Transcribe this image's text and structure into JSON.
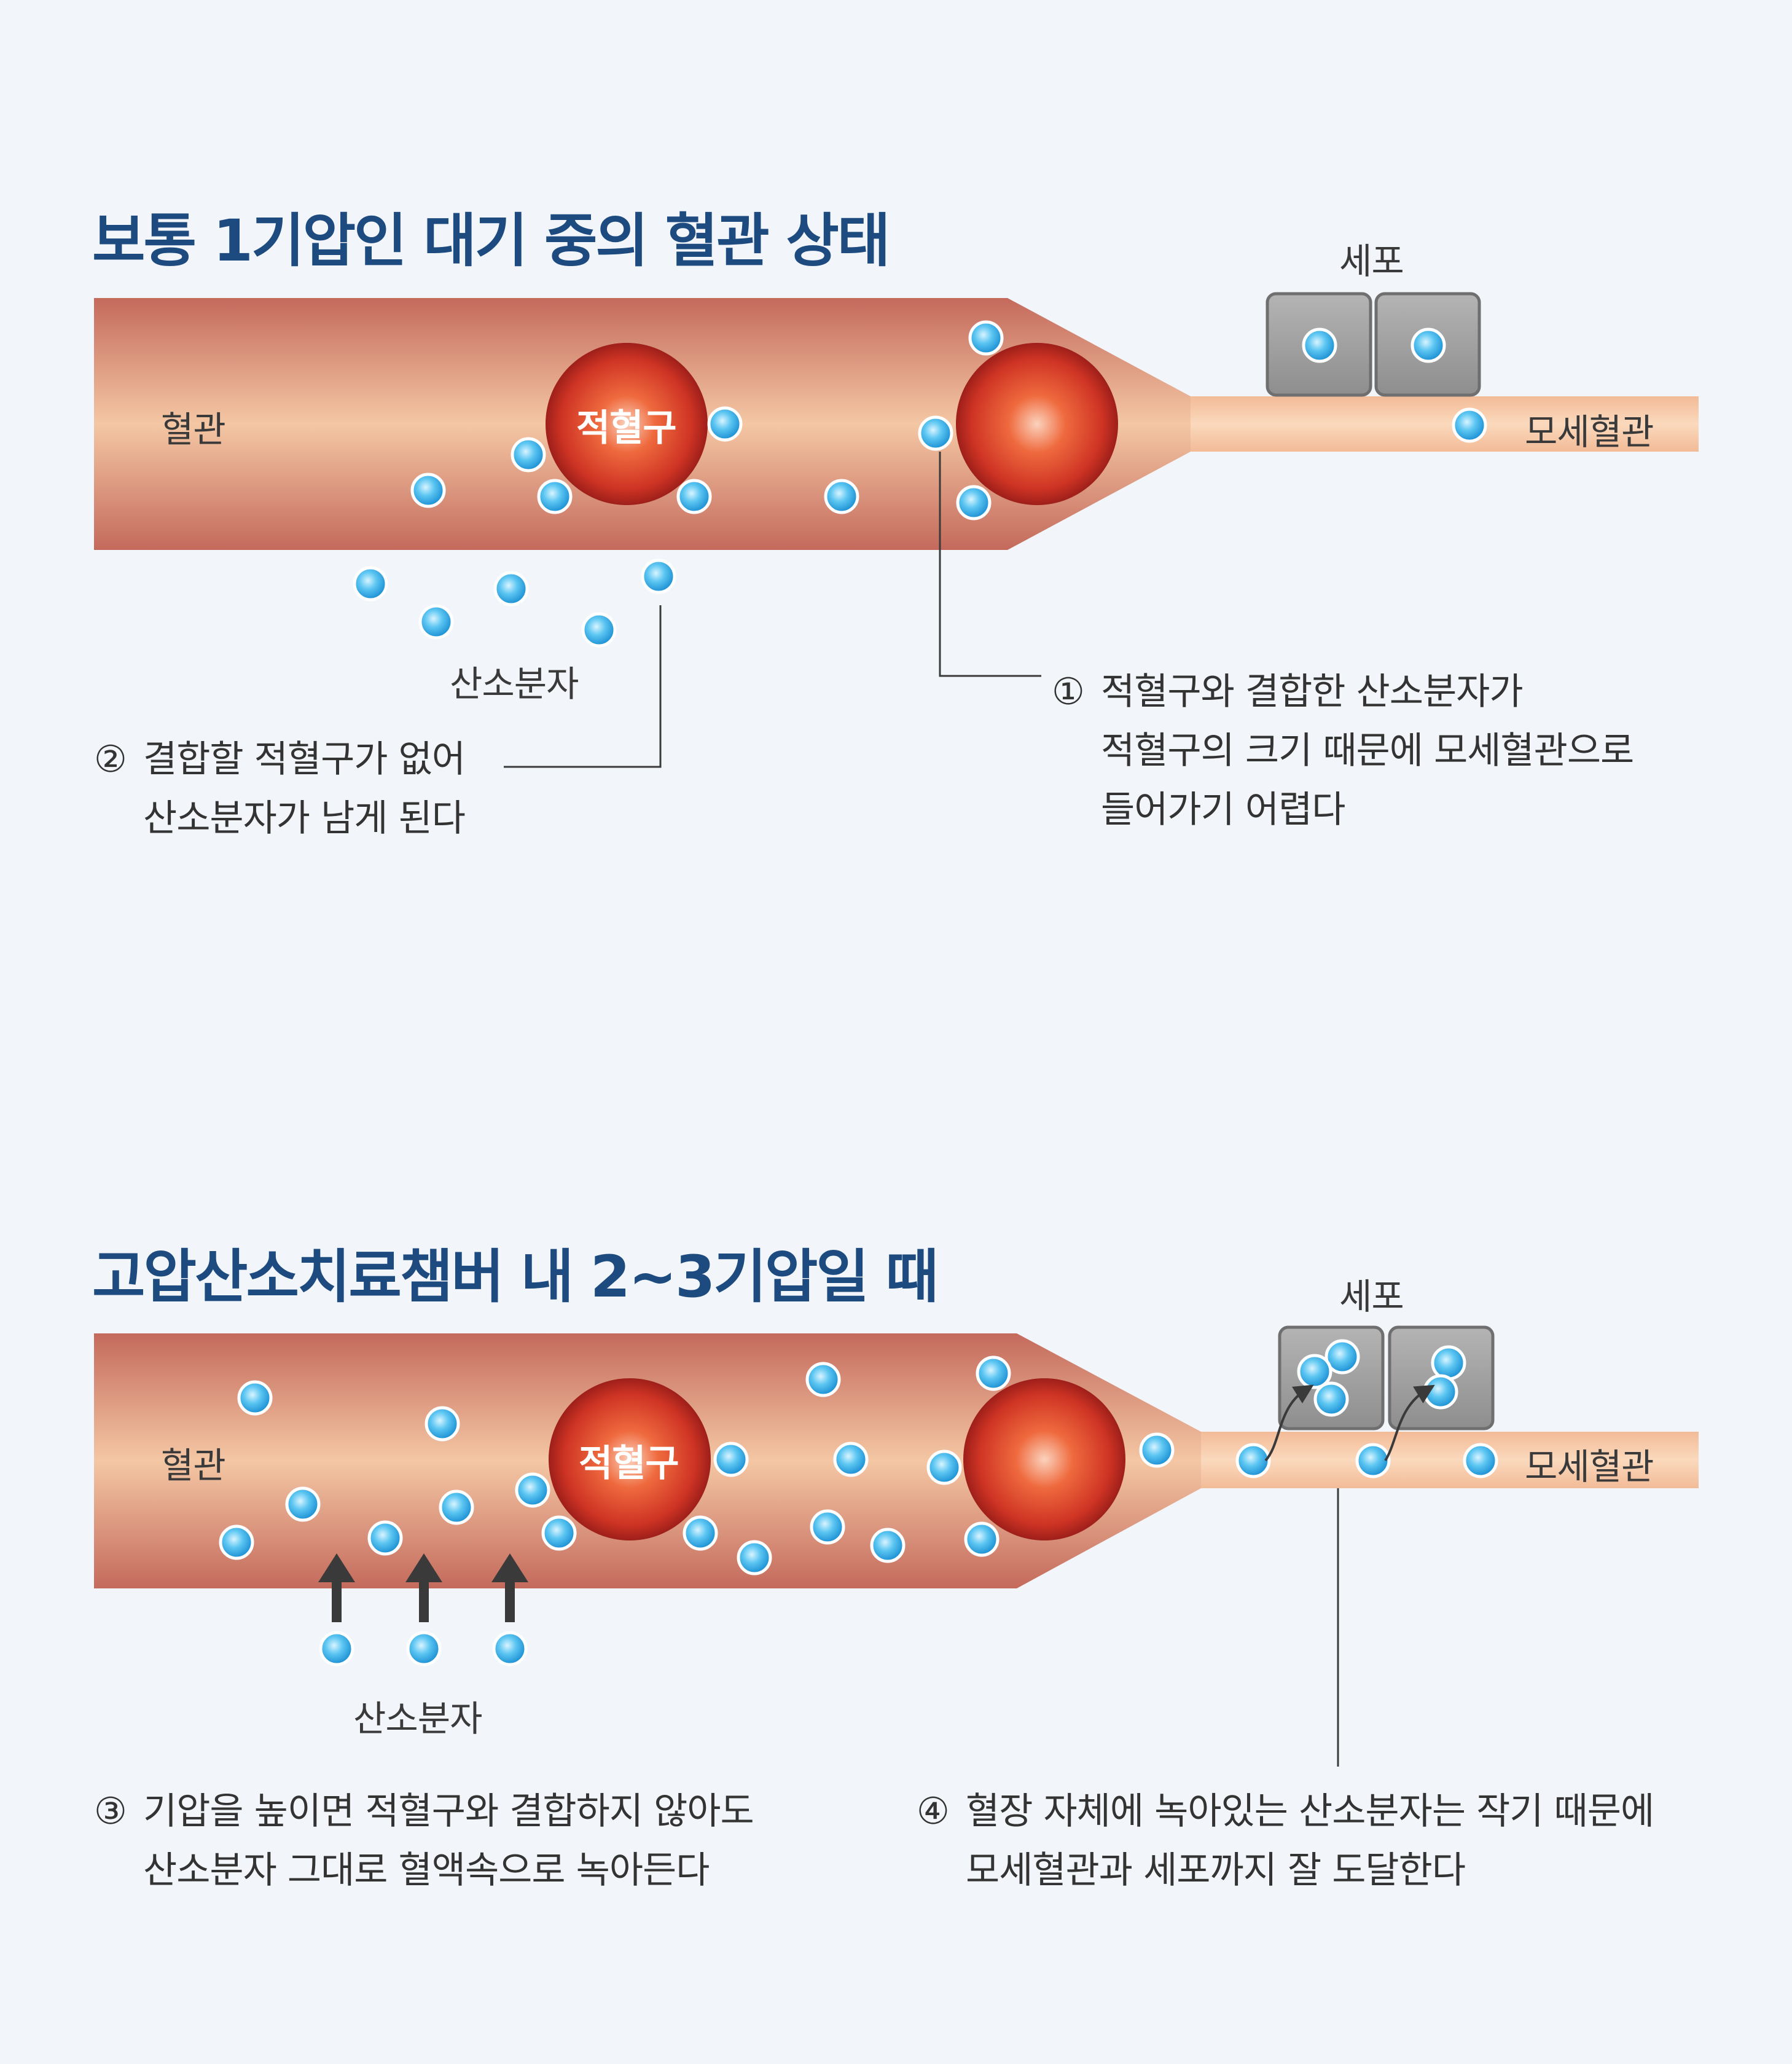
{
  "section1": {
    "title": "보통 1기압인 대기 중의 혈관 상태",
    "vessel_label": "혈관",
    "rbc_label": "적혈구",
    "oxygen_label": "산소분자",
    "cell_label": "세포",
    "capillary_label": "모세혈관",
    "note1": {
      "num": "①",
      "lines": [
        "적혈구와 결합한 산소분자가",
        "적혈구의 크기 때문에 모세혈관으로",
        "들어가기 어렵다"
      ]
    },
    "note2": {
      "num": "②",
      "lines": [
        "결합할 적혈구가 없어",
        "산소분자가 남게 된다"
      ]
    }
  },
  "section2": {
    "title": "고압산소치료챔버 내 2~3기압일 때",
    "vessel_label": "혈관",
    "rbc_label": "적혈구",
    "oxygen_label": "산소분자",
    "cell_label": "세포",
    "capillary_label": "모세혈관",
    "note3": {
      "num": "③",
      "lines": [
        "기압을 높이면 적혈구와 결합하지 않아도",
        "산소분자 그대로 혈액속으로 녹아든다"
      ]
    },
    "note4": {
      "num": "④",
      "lines": [
        "혈장 자체에 녹아있는 산소분자는 작기 때문에",
        "모세혈관과 세포까지 잘 도달한다"
      ]
    }
  },
  "colors": {
    "title": "#1d4b80",
    "vessel_edge": "#c46a5c",
    "vessel_center": "#f4c7a4",
    "capillary": "#f6cba9",
    "rbc_core": "#f8c2a8",
    "rbc_mid": "#e04a2c",
    "rbc_edge": "#a8201b",
    "oxygen": "#2ea9e8",
    "cell": "#9a9a9a",
    "arrow": "#3a3a3a",
    "text": "#333333"
  }
}
